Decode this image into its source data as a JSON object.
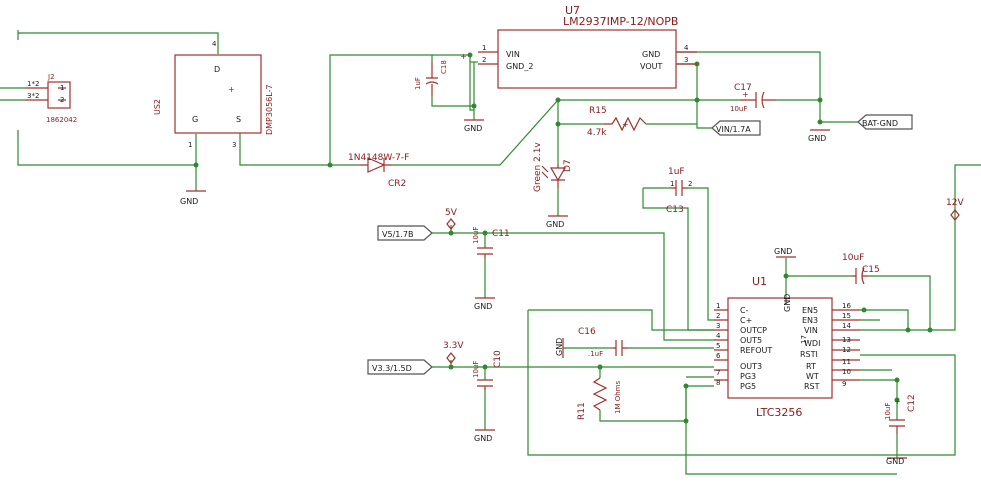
{
  "components": {
    "u7": {
      "ref": "U7",
      "part": "LM2937IMP-12/NOPB",
      "pins": [
        "VIN",
        "GND_2",
        "GND",
        "VOUT"
      ],
      "pin_numbers": [
        "1",
        "2",
        "4",
        "3"
      ]
    },
    "us2": {
      "ref": "US2",
      "part": "DMP3056L-7",
      "pins": [
        "D",
        "G",
        "S"
      ],
      "pin_numbers": [
        "4",
        "1",
        "3"
      ]
    },
    "j2": {
      "ref": "J2",
      "part": "1862042",
      "pins": [
        "1",
        "2"
      ],
      "net_labels": [
        "1*2",
        "3*2"
      ]
    },
    "c18": {
      "ref": "C18",
      "value": "1uF"
    },
    "c17": {
      "ref": "C17",
      "value": "10uF"
    },
    "r15": {
      "ref": "R15",
      "value": "4.7k"
    },
    "cr2": {
      "ref": "CR2",
      "part": "1N4148W-7-F"
    },
    "d7": {
      "ref": "D7",
      "value": "Green 2.1v"
    },
    "c13": {
      "ref": "C13",
      "value": "1uF",
      "pin_numbers": [
        "1",
        "2"
      ]
    },
    "c11": {
      "ref": "C11",
      "value": "10uF"
    },
    "c15": {
      "ref": "C15",
      "value": "10uF"
    },
    "c16": {
      "ref": "C16",
      "value": ".1uF"
    },
    "c10": {
      "ref": "C10",
      "value": "10uF"
    },
    "r11": {
      "ref": "R11",
      "value": "1M Ohms"
    },
    "c12": {
      "ref": "C12",
      "value": "10uF"
    },
    "u1": {
      "ref": "U1",
      "part": "LTC3256",
      "gnd_label": "GND",
      "gnd_pin": "17",
      "left_pins": [
        "C-",
        "C+",
        "OUTCP",
        "OUT5",
        "REFOUT",
        "OUT3",
        "PG3",
        "PG5"
      ],
      "left_numbers": [
        "1",
        "2",
        "3",
        "4",
        "5",
        "6",
        "7",
        "8"
      ],
      "right_pins": [
        "EN5",
        "EN3",
        "VIN",
        "WDI",
        "RSTI",
        "RT",
        "WT",
        "RST"
      ],
      "right_numbers": [
        "16",
        "15",
        "14",
        "13",
        "12",
        "11",
        "10",
        "9"
      ]
    }
  },
  "nets": {
    "gnd": "GND",
    "bat_gnd": "BAT-GND",
    "vin_17a": "VIN/1.7A",
    "v5_17b": "V5/1.7B",
    "v33_15d": "V3.3/1.5D",
    "v5": "5V",
    "v33": "3.3V",
    "v12": "12V"
  },
  "colors": {
    "wire": "#2f8a2f",
    "part": "#a0312d",
    "text": "#8b1a1a",
    "pin_text": "#1a1a1a"
  }
}
